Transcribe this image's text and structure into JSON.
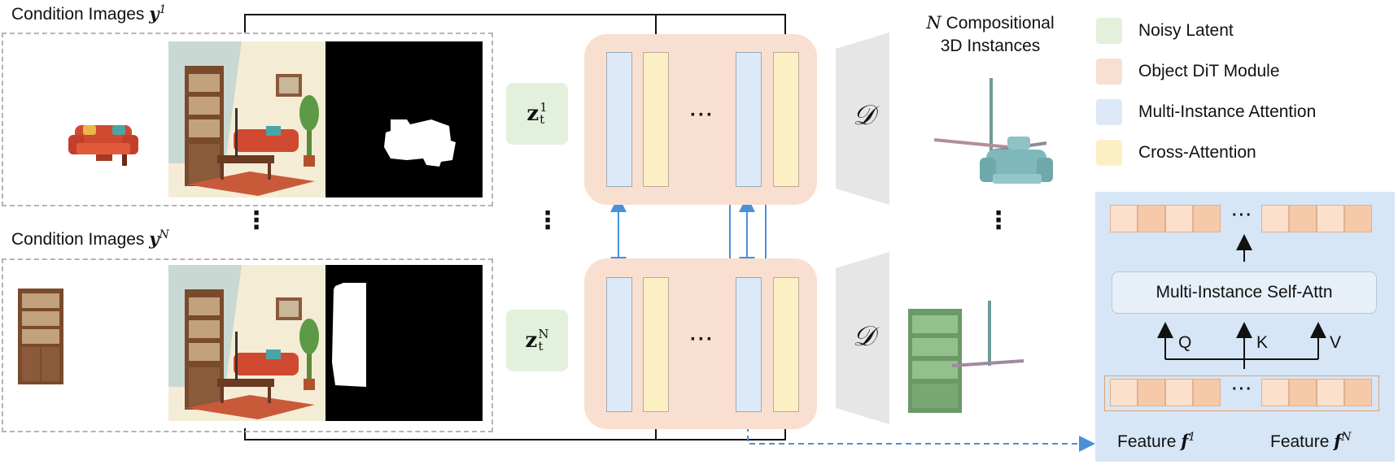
{
  "labels": {
    "cond_top_text": "Condition Images ",
    "cond_top_var": "y",
    "cond_top_sup": "1",
    "cond_bottom_text": "Condition Images ",
    "cond_bottom_var": "y",
    "cond_bottom_sup": "N",
    "output_title_var": "N",
    "output_title_line1": " Compositional",
    "output_title_line2": "3D Instances",
    "z_top_main": "z",
    "z_top_sup": "1",
    "z_top_sub": "t",
    "z_bottom_main": "z",
    "z_bottom_sup": "N",
    "z_bottom_sub": "t",
    "decoder_symbol": "𝒟",
    "ellipsis": "···",
    "vdots": "⋮"
  },
  "legend": [
    {
      "label": "Noisy Latent",
      "color": "#e3f1dc"
    },
    {
      "label": "Object DiT Module",
      "color": "#f9dfd0"
    },
    {
      "label": "Multi-Instance Attention",
      "color": "#dde9f7"
    },
    {
      "label": "Cross-Attention",
      "color": "#fcefc4"
    }
  ],
  "attention_panel": {
    "block_label": "Multi-Instance Self-Attn",
    "q": "Q",
    "k": "K",
    "v": "V",
    "feature_left_text": "Feature ",
    "feature_left_var": "f",
    "feature_left_sup": "1",
    "feature_right_text": "Feature ",
    "feature_right_var": "f",
    "feature_right_sup": "N"
  },
  "colors": {
    "dit_block": "#f9dfd0",
    "noisy_latent": "#e3f1dc",
    "multi_instance_attention": "#dde9f7",
    "cross_attention": "#fcefc4",
    "panel_bg": "#d6e6f6",
    "link_blue": "#4a90d9",
    "decoder_gray": "#e6e6e6"
  }
}
